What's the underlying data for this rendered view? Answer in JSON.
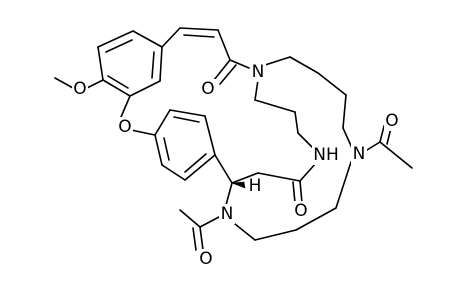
{
  "molecule": {
    "atom_labels": {
      "amide_n_top": "N",
      "carbonyl_o_top": "O",
      "methoxy_o": "O",
      "ether_o": "O",
      "nh": "NH",
      "amine_n_right": "N",
      "acetyl_o_right": "O",
      "carbonyl_o_mid": "O",
      "stereo_h": "H",
      "amine_n_left": "N",
      "acetyl_o_left": "O"
    }
  }
}
